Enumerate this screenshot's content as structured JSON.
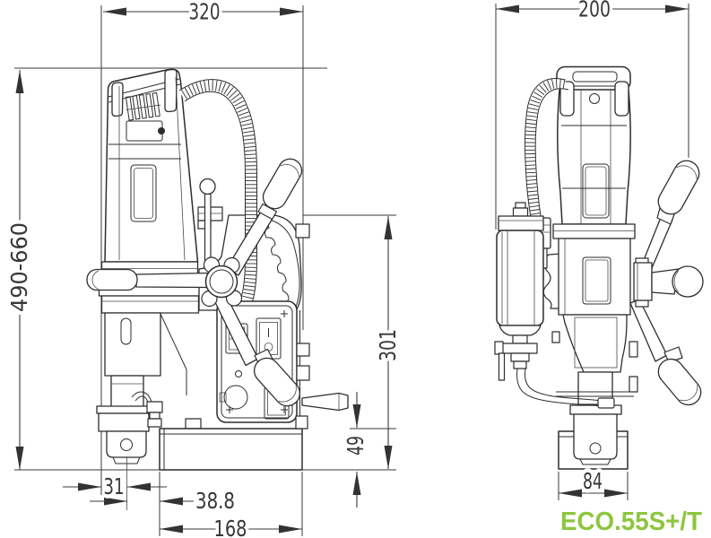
{
  "drawing": {
    "model": "ECO.55S+/T",
    "brand_color": "#8dc63f",
    "front_view": {
      "width_overall": "320",
      "height_overall": "490-660",
      "height_slide": "301",
      "height_base": "49",
      "offset_spindle_left": "31",
      "offset_spindle_base": "38.8",
      "length_base": "168"
    },
    "side_view": {
      "depth_overall": "200",
      "width_base": "84"
    }
  }
}
